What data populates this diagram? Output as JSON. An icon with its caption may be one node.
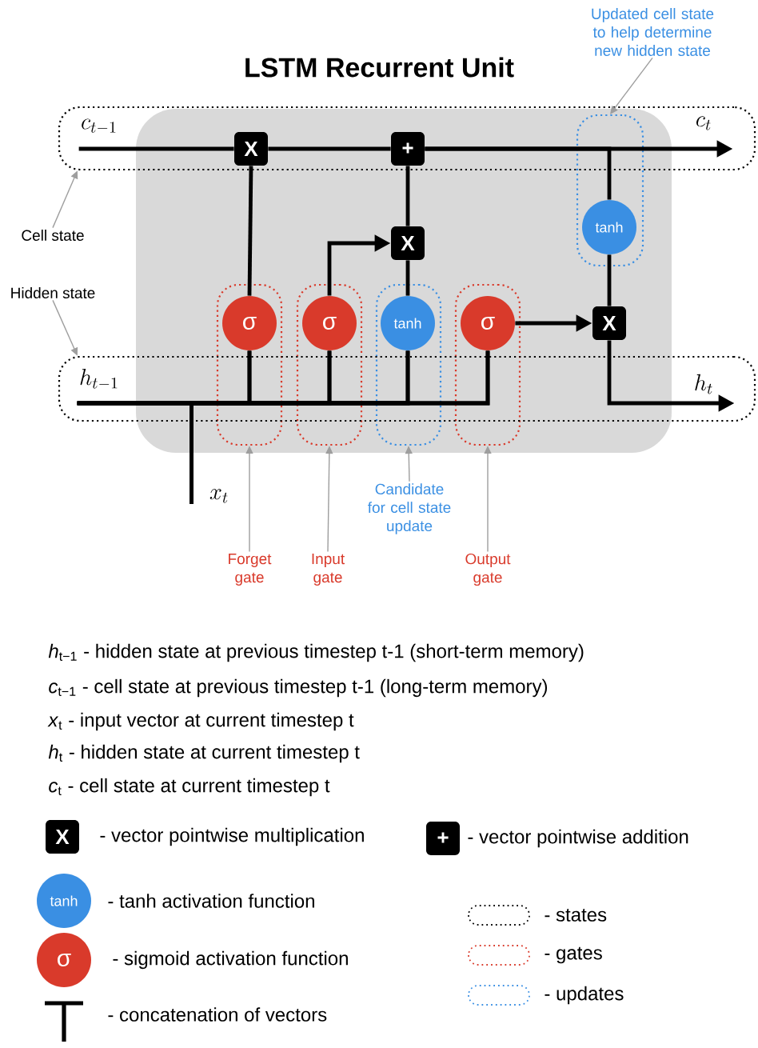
{
  "diagram": {
    "title": "LSTM Recurrent Unit",
    "nodes": [
      {
        "text": [],
        "shape": "box"
      },
      {
        "text": [
          "c_{t-1}"
        ],
        "in": 0
      },
      {
        "text": [
          "c_t"
        ],
        "in": 0
      },
      {
        "text": [],
        "shape": "box"
      },
      {
        "text": [
          "X"
        ],
        "in": 0
      },
      {
        "text": [
          "+"
        ],
        "in": 0
      },
      {
        "text": [
          "tanh"
        ],
        "in": 3
      },
      {
        "text": [
          "X"
        ]
      },
      {
        "text": [],
        "shape": "box"
      },
      {
        "text": [
          "σ"
        ],
        "in": 8
      },
      {
        "text": [],
        "shape": "box"
      },
      {
        "text": [
          "σ"
        ],
        "in": 10
      },
      {
        "text": [],
        "shape": "box"
      },
      {
        "text": [
          "tanh"
        ],
        "in": 12
      },
      {
        "text": [],
        "shape": "box"
      },
      {
        "text": [
          "σ"
        ],
        "in": 14
      },
      {
        "text": [
          "X"
        ]
      },
      {
        "text": [],
        "shape": "box"
      },
      {
        "text": [
          "h_{t-1}"
        ],
        "in": 17
      },
      {
        "text": [
          "h_t"
        ],
        "in": 17
      },
      {
        "text": [
          "x_t"
        ]
      },
      {
        "text": [
          "Cell state"
        ]
      },
      {
        "text": [
          "Hidden state"
        ]
      },
      {
        "text": [
          "Forget gate"
        ]
      },
      {
        "text": [
          "Input gate"
        ]
      },
      {
        "text": [
          "Candidate for cell state update"
        ]
      },
      {
        "text": [
          "Output gate"
        ]
      },
      {
        "text": [
          "Updated cell state to help determine new hidden state"
        ]
      }
    ],
    "edges": [
      {
        "from": 1,
        "to": 4,
        "arrow": "none"
      },
      {
        "from": 4,
        "to": 5,
        "arrow": "none"
      },
      {
        "from": 5,
        "to": 2,
        "arrow": "to"
      },
      {
        "from": 5,
        "to": 6,
        "arrow": "none"
      },
      {
        "from": 6,
        "to": 16,
        "arrow": "none"
      },
      {
        "from": 16,
        "to": 19,
        "arrow": "to"
      },
      {
        "from": 15,
        "to": 16,
        "arrow": "to"
      },
      {
        "from": 9,
        "to": 4,
        "arrow": "none"
      },
      {
        "from": 11,
        "to": 7,
        "arrow": "to"
      },
      {
        "from": 13,
        "to": 7,
        "arrow": "none"
      },
      {
        "from": 7,
        "to": 5,
        "arrow": "none"
      },
      {
        "from": 18,
        "to": 9,
        "arrow": "none"
      },
      {
        "from": 18,
        "to": 11,
        "arrow": "none"
      },
      {
        "from": 18,
        "to": 13,
        "arrow": "none"
      },
      {
        "from": 18,
        "to": 15,
        "arrow": "none"
      },
      {
        "from": 20,
        "to": 9,
        "arrow": "none"
      },
      {
        "from": 20,
        "to": 11,
        "arrow": "none"
      },
      {
        "from": 20,
        "to": 13,
        "arrow": "none"
      },
      {
        "from": 20,
        "to": 15,
        "arrow": "none"
      },
      {
        "from": 21,
        "to": 0,
        "arrow": "to",
        "color": "#9e9e9e"
      },
      {
        "from": 22,
        "to": 17,
        "arrow": "to",
        "color": "#9e9e9e"
      },
      {
        "from": 23,
        "to": 8,
        "arrow": "to",
        "color": "#9e9e9e"
      },
      {
        "from": 24,
        "to": 10,
        "arrow": "to",
        "color": "#9e9e9e"
      },
      {
        "from": 25,
        "to": 12,
        "arrow": "to",
        "color": "#9e9e9e"
      },
      {
        "from": 26,
        "to": 14,
        "arrow": "to",
        "color": "#9e9e9e"
      },
      {
        "from": 27,
        "to": 3,
        "arrow": "to",
        "color": "#9e9e9e"
      }
    ],
    "labels": [
      "*h*$_{t−1}$ - hidden state at previous timestep t-1 (short-term memory)",
      "*c*$_{t−1}$ - cell state at previous timestep t-1 (long-term memory)",
      "*x*$_{t}$ - input vector at current timestep t",
      "*h*$_{t}$ - hidden state at current timestep t",
      "*c*$_{t}$ - cell state at current timestep t",
      "X",
      "+",
      "tanh",
      "σ"
    ],
    "legend": [
      {
        "text": "- vector pointwise multiplication"
      },
      {
        "text": "- vector pointwise addition"
      },
      {
        "text": "- tanh activation function"
      },
      {
        "text": "- sigmoid activation function"
      },
      {
        "text": "- concatenation of vectors"
      },
      {
        "text": "-  states"
      },
      {
        "text": "-  gates"
      },
      {
        "text": "-  updates"
      }
    ]
  }
}
